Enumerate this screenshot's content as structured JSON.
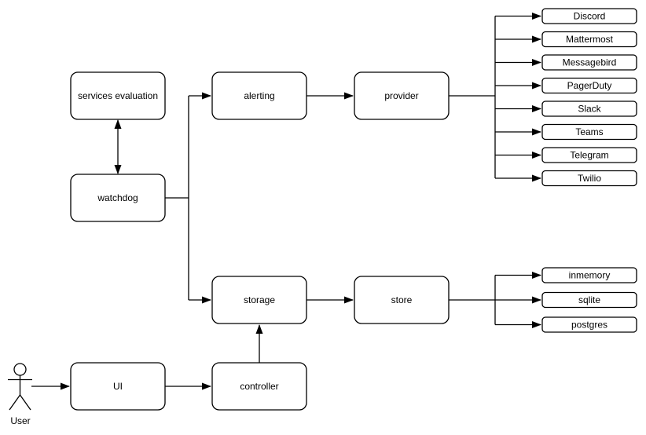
{
  "diagram": {
    "nodes": {
      "services_evaluation": "services evaluation",
      "watchdog": "watchdog",
      "alerting": "alerting",
      "provider": "provider",
      "storage": "storage",
      "store": "store",
      "ui": "UI",
      "controller": "controller"
    },
    "providers": [
      "Discord",
      "Mattermost",
      "Messagebird",
      "PagerDuty",
      "Slack",
      "Teams",
      "Telegram",
      "Twilio"
    ],
    "stores": [
      "inmemory",
      "sqlite",
      "postgres"
    ],
    "actor_label": "User",
    "colors": {
      "stroke": "#000000",
      "node_fill": "#ffffff",
      "background": "#ffffff"
    }
  }
}
